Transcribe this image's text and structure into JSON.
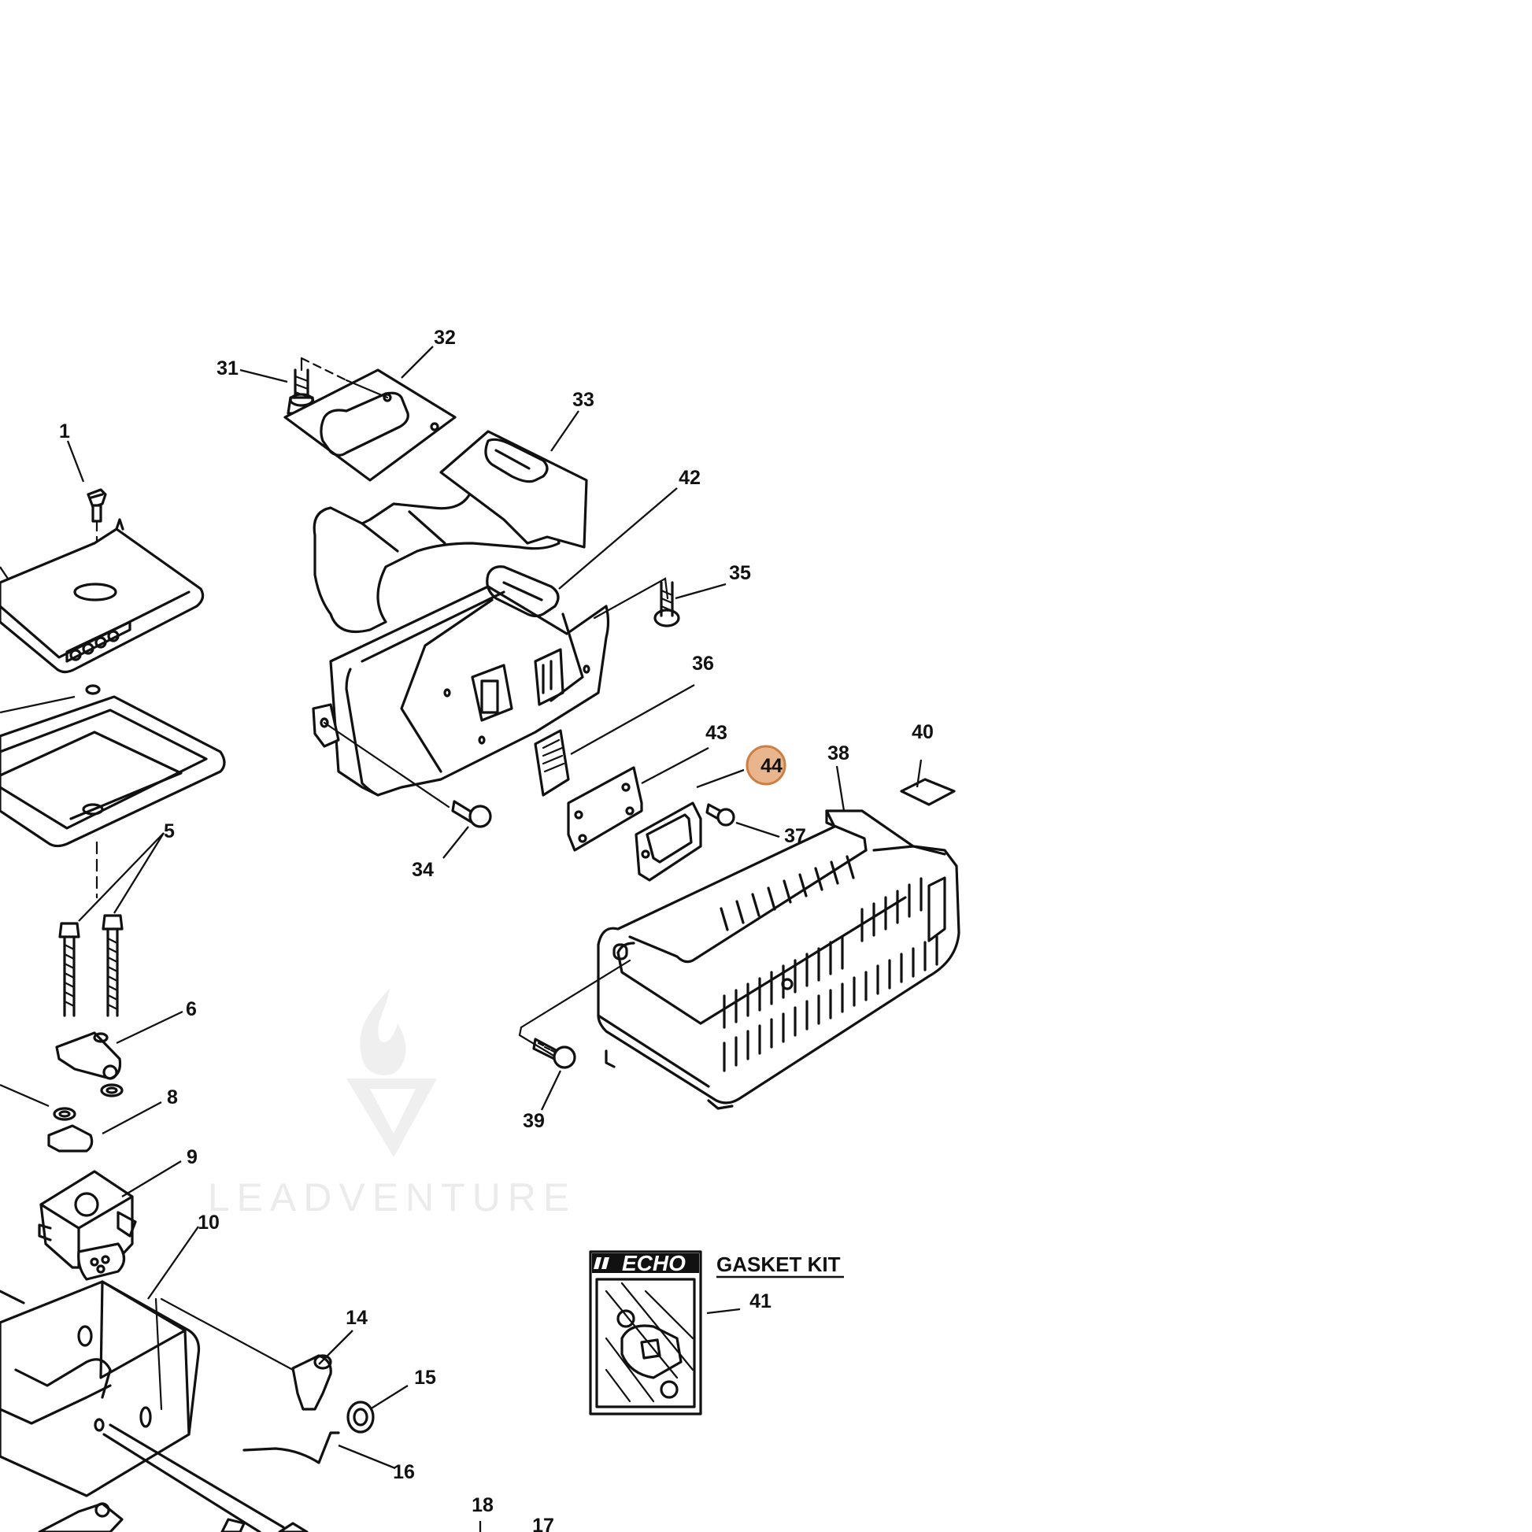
{
  "diagram": {
    "watermark": "LEADVENTURE",
    "kit": {
      "brand": "ECHO",
      "title": "GASKET KIT",
      "number": "41"
    },
    "highlight": {
      "number": "44",
      "fill": "#e9b58d",
      "stroke": "#cd7f43"
    },
    "callouts": {
      "c1": "1",
      "c5": "5",
      "c6": "6",
      "c8": "8",
      "c9": "9",
      "c10": "10",
      "c14": "14",
      "c15": "15",
      "c16": "16",
      "c17": "17",
      "c18": "18",
      "c31": "31",
      "c32": "32",
      "c33": "33",
      "c34": "34",
      "c35": "35",
      "c36": "36",
      "c37": "37",
      "c38": "38",
      "c39": "39",
      "c40": "40",
      "c42": "42",
      "c43": "43"
    }
  }
}
